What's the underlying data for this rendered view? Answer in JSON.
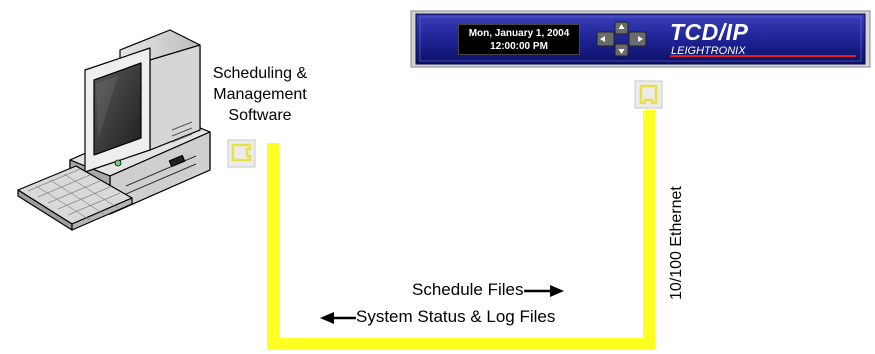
{
  "device": {
    "lcd_line1": "Mon, January 1, 2004",
    "lcd_line2": "12:00:00 PM",
    "brand": "TCD/IP",
    "brand_sub": "LEIGHTRONIX"
  },
  "computer": {
    "label_line1": "Scheduling &",
    "label_line2": "Management",
    "label_line3": "Software"
  },
  "flow": {
    "schedule_files": "Schedule Files",
    "status_files": "System Status & Log Files",
    "ethernet": "10/100 Ethernet"
  },
  "colors": {
    "cable": "#ffff22",
    "rack_panel": "#1a1f8c",
    "accent_line": "#e11b1b"
  }
}
